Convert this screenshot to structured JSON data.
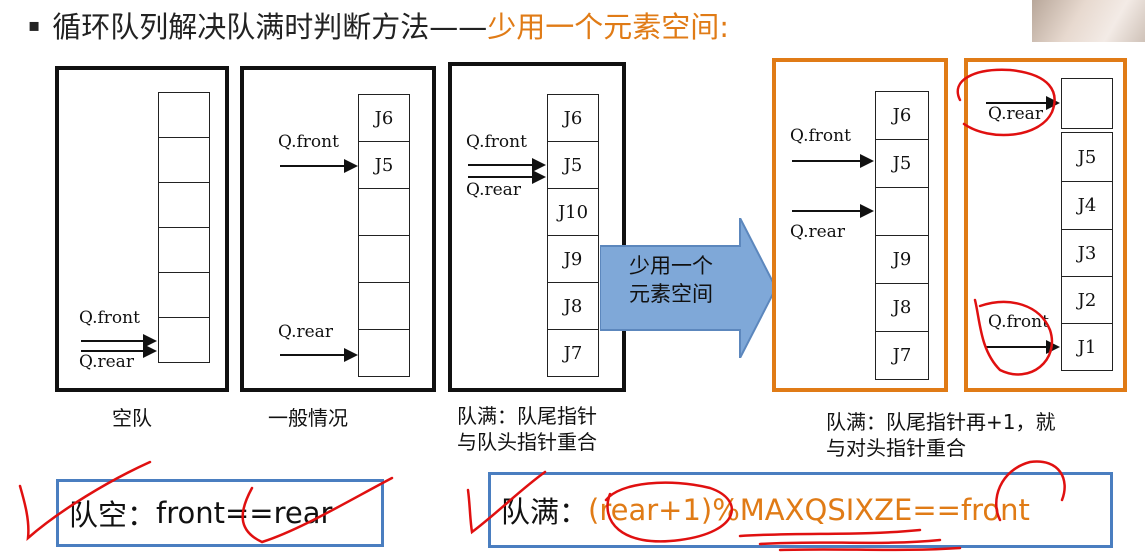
{
  "title": {
    "bullet": "▪",
    "main": "循环队列解决队满时判断方法——",
    "accent": "少用一个元素空间:"
  },
  "colors": {
    "orange": "#e07b16",
    "blue_border": "#4a7ec0",
    "arrow_fill": "#7fa8d8",
    "ink": "#e01010"
  },
  "panels": {
    "empty": {
      "cells": [
        "",
        "",
        "",
        "",
        "",
        ""
      ],
      "front_label": "Q.front",
      "rear_label": "Q.rear",
      "caption": "空队"
    },
    "general": {
      "cells": [
        "J6",
        "J5",
        "",
        "",
        "",
        ""
      ],
      "front_label": "Q.front",
      "rear_label": "Q.rear",
      "caption": "一般情况"
    },
    "full_overlap": {
      "cells": [
        "J6",
        "J5",
        "J10",
        "J9",
        "J8",
        "J7"
      ],
      "front_label": "Q.front",
      "rear_label": "Q.rear",
      "caption_line1": "队满：队尾指针",
      "caption_line2": "与队头指针重合"
    },
    "full_minus_one": {
      "cells": [
        "J6",
        "J5",
        "",
        "J9",
        "J8",
        "J7"
      ],
      "front_label": "Q.front",
      "rear_label": "Q.rear",
      "caption_line1": "队满：队尾指针再+1，就",
      "caption_line2": "与对头指针重合"
    },
    "full_example": {
      "cells": [
        "",
        "J5",
        "J4",
        "J3",
        "J2",
        "J1"
      ],
      "front_label": "Q.front",
      "rear_label": "Q.rear"
    }
  },
  "middle_arrow": {
    "line1": "少用一个",
    "line2": "元素空间"
  },
  "formulas": {
    "empty": {
      "label": "队空：",
      "expr": "front==rear"
    },
    "full": {
      "label": "队满：",
      "expr": "(rear+1)%MAXQSIXZE==front"
    }
  }
}
